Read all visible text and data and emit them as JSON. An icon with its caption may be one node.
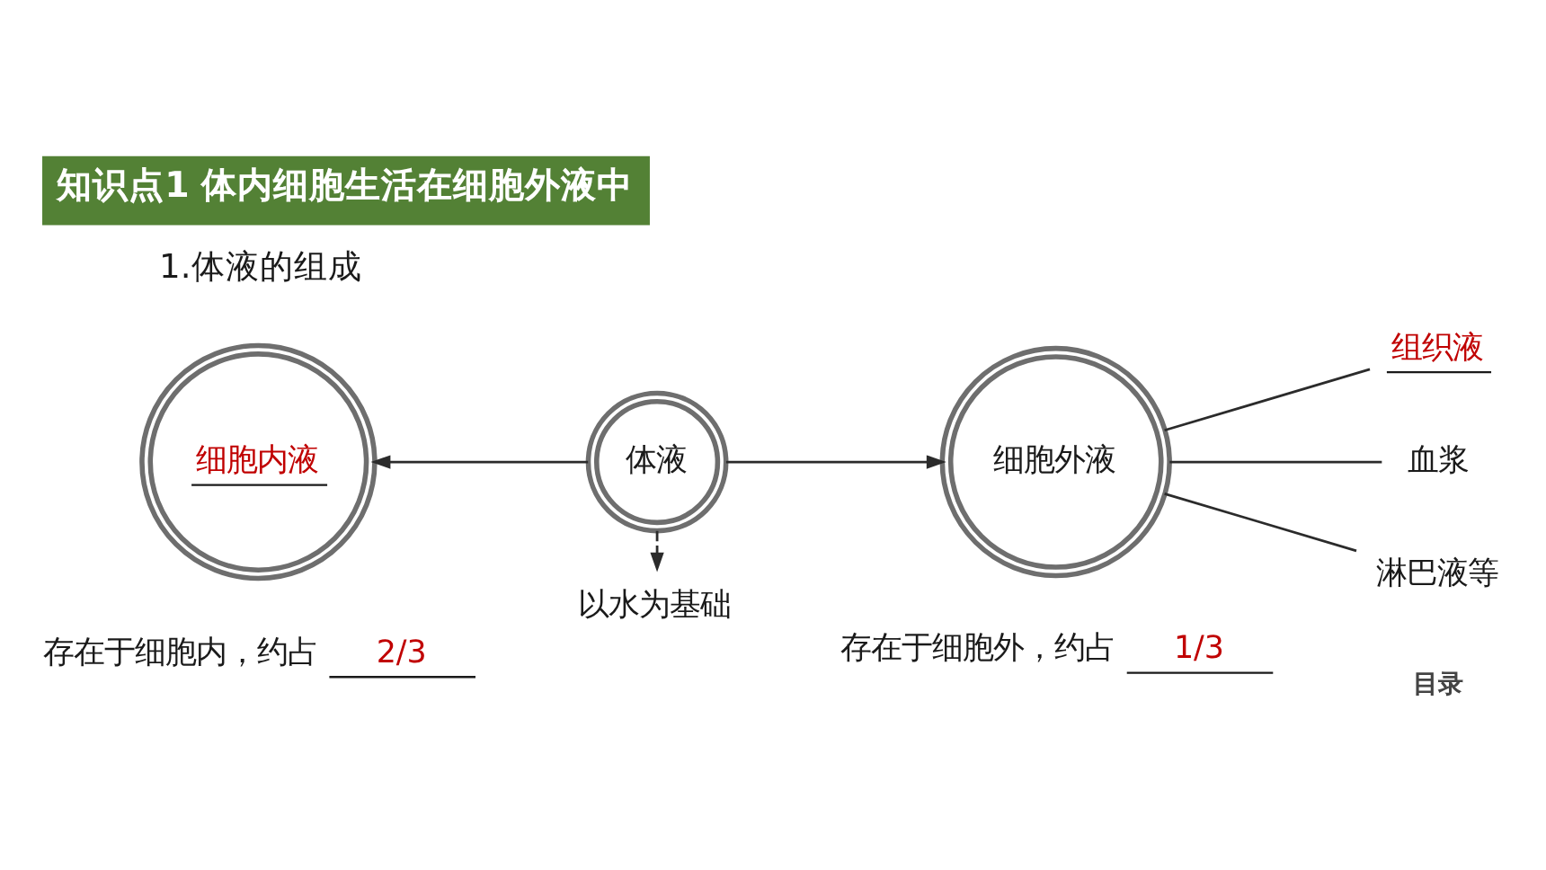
{
  "diagram": {
    "title": "知识点1 体内细胞生活在细胞外液中",
    "nodes": [
      {
        "text": [
          "细胞内液"
        ],
        "beside": [
          "存在于细胞内，约占",
          "2/3"
        ]
      },
      {
        "text": [
          "体液"
        ]
      },
      {
        "text": [
          "细胞外液"
        ],
        "beside": [
          "存在于细胞外，约占",
          "1/3"
        ]
      },
      {
        "text": [
          "组织液"
        ]
      },
      {
        "text": [
          "血浆"
        ]
      },
      {
        "text": [
          "淋巴液等"
        ]
      },
      {
        "text": [
          "以水为基础"
        ]
      }
    ],
    "edges": [
      {
        "from": 1,
        "to": 0,
        "arrow": "to"
      },
      {
        "from": 1,
        "to": 2,
        "arrow": "to"
      },
      {
        "from": 3,
        "to": 2,
        "arrow": "none"
      },
      {
        "from": 4,
        "to": 2,
        "arrow": "none"
      },
      {
        "from": 5,
        "to": 2,
        "arrow": "none"
      },
      {
        "from": 1,
        "to": 6,
        "arrow": "to",
        "style": "dashed"
      }
    ],
    "labels": [
      "1.体液的组成",
      "目录"
    ]
  }
}
